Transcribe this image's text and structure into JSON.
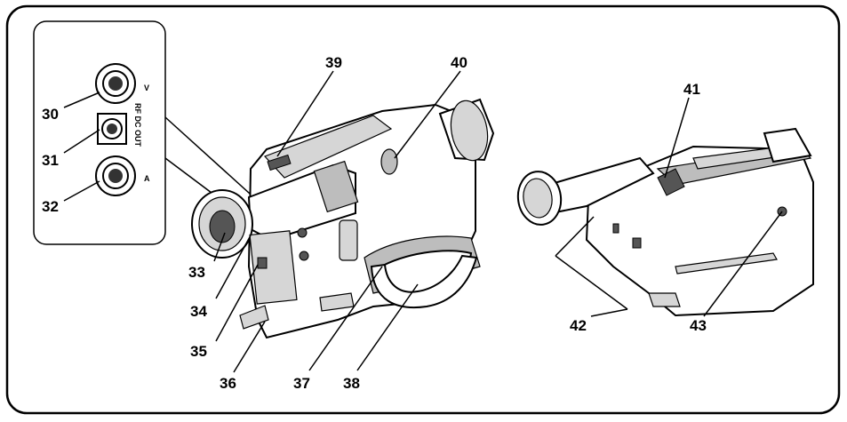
{
  "callouts": {
    "c30": "30",
    "c31": "31",
    "c32": "32",
    "c33": "33",
    "c34": "34",
    "c35": "35",
    "c36": "36",
    "c37": "37",
    "c38": "38",
    "c39": "39",
    "c40": "40",
    "c41": "41",
    "c42": "42",
    "c43": "43"
  },
  "inset": {
    "jack_v": "V",
    "jack_rf": "RF DC OUT",
    "jack_a": "A"
  }
}
